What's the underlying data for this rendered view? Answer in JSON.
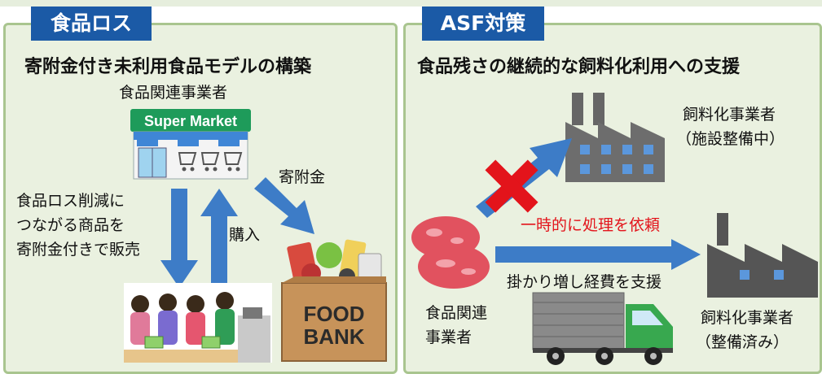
{
  "left": {
    "tab": "食品ロス",
    "heading": "寄附金付き未利用食品モデルの構築",
    "store_label": "食品関連事業者",
    "store_sign": "Super Market",
    "sale_lines": [
      "食品ロス削減に",
      "つながる商品を",
      "寄附金付きで販売"
    ],
    "purchase": "購入",
    "donation": "寄附金",
    "foodbank_sign": [
      "FOOD",
      "BANK"
    ]
  },
  "right": {
    "tab": "ASF対策",
    "heading": "食品残さの継続的な飼料化利用への支援",
    "factory_top": [
      "飼料化事業者",
      "（施設整備中）"
    ],
    "request": "一時的に処理を依頼",
    "support": "掛かり増し経費を支援",
    "source": [
      "食品関連",
      "事業者"
    ],
    "factory_bottom": [
      "飼料化事業者",
      "（整備済み）"
    ]
  },
  "colors": {
    "tab": "#1b5aa6",
    "panel": "#eaf1e0",
    "border": "#a9c58f",
    "arrow": "#3d7cc7",
    "cross": "#e3141b"
  }
}
